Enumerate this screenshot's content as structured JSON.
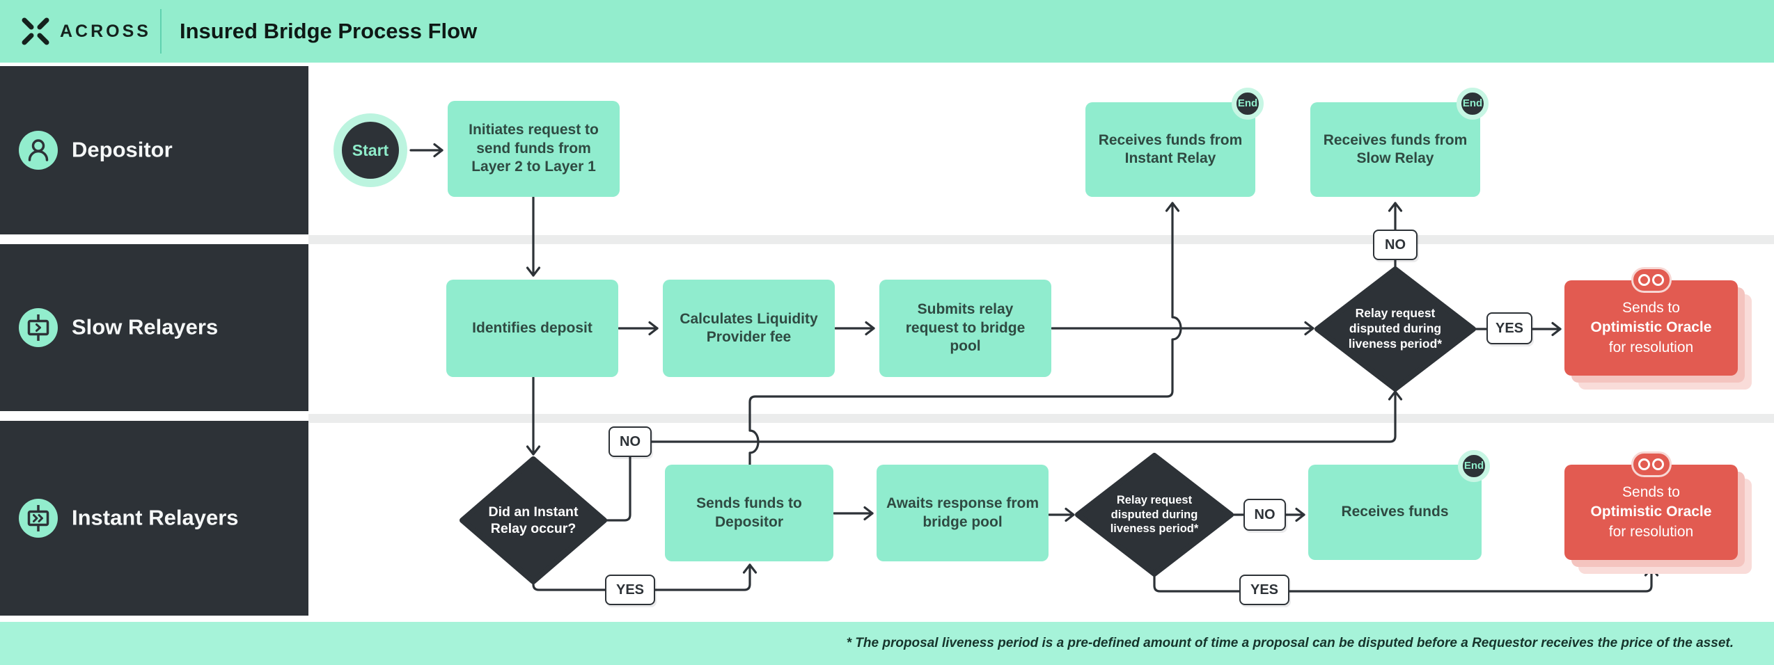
{
  "header": {
    "brand": "ACROSS",
    "title": "Insured Bridge Process Flow"
  },
  "lanes": [
    {
      "label": "Depositor",
      "icon": "person-icon"
    },
    {
      "label": "Slow Relayers",
      "icon": "relay-icon"
    },
    {
      "label": "Instant Relayers",
      "icon": "relay-fast-icon"
    }
  ],
  "flow": {
    "start": "Start",
    "end": "End",
    "yes": "YES",
    "no": "NO",
    "nodes": {
      "initiates": "Initiates request to send funds from Layer 2 to Layer 1",
      "receives_instant": "Receives funds from Instant Relay",
      "receives_slow": "Receives funds from Slow Relay",
      "identifies": "Identifies deposit",
      "calculates": "Calculates Liquidity Provider fee",
      "submits": "Submits relay request to bridge pool",
      "dispute_slow": "Relay request disputed during liveness period*",
      "did_instant": "Did an Instant Relay occur?",
      "sends_funds": "Sends funds to Depositor",
      "awaits": "Awaits response from bridge pool",
      "dispute_instant": "Relay request disputed during liveness period*",
      "receives_funds": "Receives funds",
      "oracle": {
        "line1": "Sends to",
        "line2": "Optimistic Oracle",
        "line3": "for resolution"
      }
    }
  },
  "footer": {
    "note": "* The proposal liveness period is a pre-defined amount of time a proposal can be disputed before a Requestor receives the price of the asset."
  },
  "colors": {
    "mint": "#92EDCD",
    "mint_ring": "#C7F6E4",
    "mint_footer": "#A6F3D9",
    "dark": "#2D3237",
    "red": "#E25B51",
    "red_stack_1": "#F4C4BF",
    "red_stack_2": "#F9DCD9",
    "stripe": "#EBECEC",
    "node_text": "#2F4A42"
  }
}
